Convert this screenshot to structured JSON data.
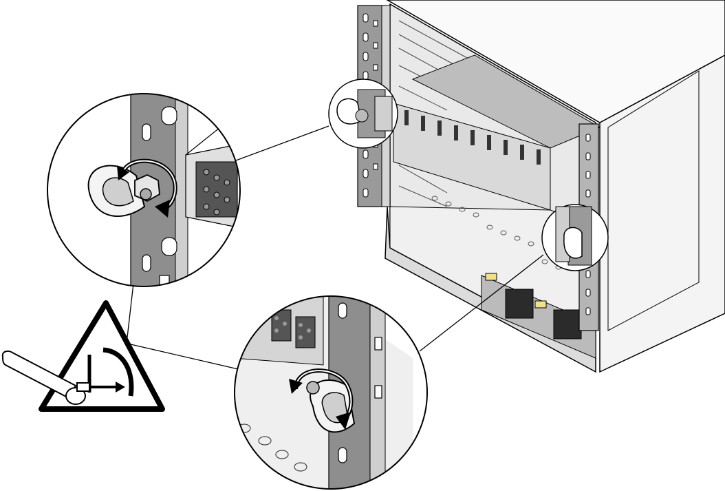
{
  "figure": {
    "type": "technical-illustration",
    "subject": "chassis-rack-mount-screw-tightening",
    "callouts": [
      {
        "name": "upper-left-rail-screw",
        "detail": "tighten-clockwise"
      },
      {
        "name": "lower-right-rail-screw",
        "detail": "tighten-clockwise"
      }
    ],
    "symbols": [
      {
        "name": "torque-warning-symbol",
        "depicts": "torque-wrench-triangle"
      }
    ],
    "colors": {
      "line": "#000000",
      "rail": "#8e8e8e",
      "rail_dark": "#6e6e6e",
      "panel": "#e6e6e6",
      "panel_mid": "#cfcfcf",
      "tray": "#bfbfbf",
      "background": "#ffffff"
    }
  }
}
